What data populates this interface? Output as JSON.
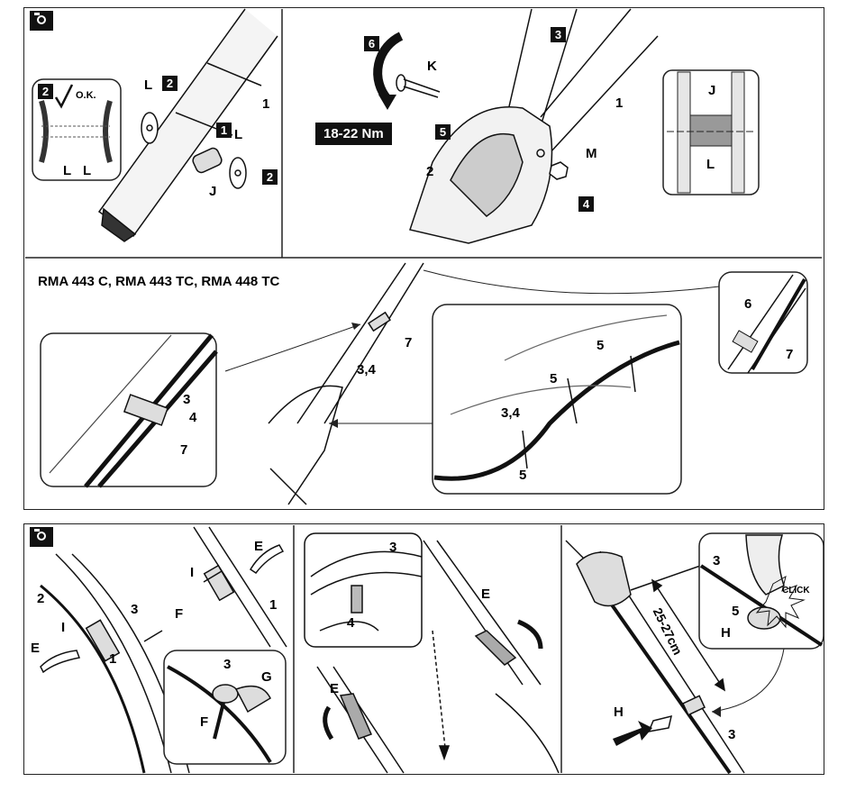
{
  "top_section": {
    "model_line": "RMA 443 C, RMA 443 TC, RMA 448 TC",
    "torque": "18-22 Nm",
    "ok_mark": "O.K.",
    "panel_a_labels": {
      "one": "1",
      "L1": "L",
      "L2": "L",
      "J": "J",
      "step1": "1",
      "step2a": "2",
      "step2b": "2",
      "inset_step": "2",
      "inset_L1": "L",
      "inset_L2": "L"
    },
    "panel_b_labels": {
      "K": "K",
      "M": "M",
      "one": "1",
      "two": "2",
      "J": "J",
      "L": "L",
      "step3": "3",
      "step4": "4",
      "step5": "5",
      "step6": "6"
    },
    "panel_c_labels": {
      "seven_a": "7",
      "three_four_a": "3,4",
      "three": "3",
      "four": "4",
      "seven_b": "7",
      "five_a": "5",
      "five_b": "5",
      "five_c": "5",
      "three_four_b": "3,4",
      "six": "6",
      "seven_c": "7"
    }
  },
  "bottom_section": {
    "click_text": "CLICK",
    "dimension": "25-27cm",
    "panel_d_labels": {
      "E1": "E",
      "I1": "I",
      "one_a": "1",
      "two": "2",
      "three": "3",
      "F": "F",
      "I2": "I",
      "E2": "E",
      "one_b": "1",
      "three_b": "3",
      "G": "G",
      "F2": "F"
    },
    "panel_e_labels": {
      "three": "3",
      "four": "4",
      "E1": "E",
      "E2": "E"
    },
    "panel_f_labels": {
      "three_a": "3",
      "five": "5",
      "H1": "H",
      "H2": "H",
      "three_b": "3"
    }
  }
}
